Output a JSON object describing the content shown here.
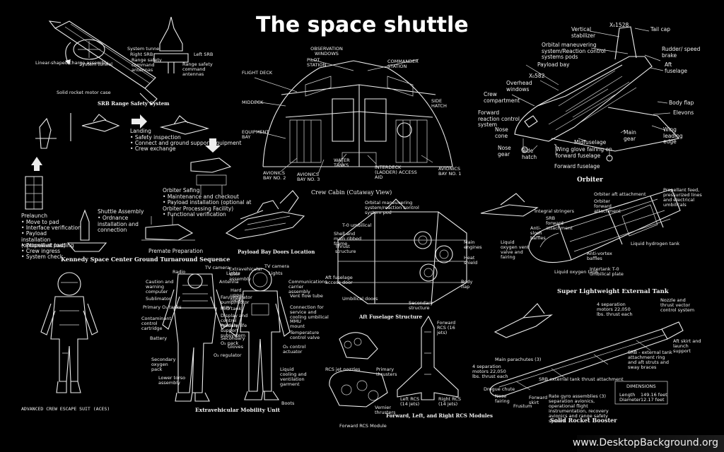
{
  "title": "The space shuttle",
  "watermark": "www.DesktopBackground.org",
  "captions": {
    "srb_range": "SRB Range Safety System",
    "ksc": "Kennedy Space Center Ground Turnaround Sequence",
    "payload_doors": "Payload Bay Doors Location",
    "crew_cabin": "Crew Cabin (Cutaway View)",
    "aft_fuselage": "Aft Fuselage Structure",
    "orbiter": "Orbiter",
    "external_tank": "Super Lightweight External Tank",
    "emu": "Extravehicular Mobility Unit",
    "rcs": "Forward, Left, and Right RCS Modules",
    "srb": "Solid Rocket Booster",
    "aces": "ADVANCED CREW ESCAPE SUIT (ACES)"
  },
  "srb_labels": {
    "shaped_charge": "Linear-shaped charge assembly",
    "system_tunnel": "System tunnel",
    "motor_case": "Solid rocket motor case",
    "system_tunnel_2": "System tunnel",
    "right_srb": "Right SRB",
    "left_srb": "Left SRB",
    "range_safety": "Range safety command antennas",
    "system_tunnel_3": "System tunnel",
    "range_safety_2": "Range safety command antennas"
  },
  "ksc": {
    "landing_title": "Landing",
    "landing_items": [
      "Safety inspection",
      "Connect and ground support equipment",
      "Crew exchange"
    ],
    "safing_title": "Orbiter Safing",
    "safing_items": [
      "Maintenance and checkout",
      "Payload installation (optional at Orbiter Processing Facility)",
      "Functional verification"
    ],
    "assembly_title": "Shuttle Assembly",
    "assembly_items": [
      "Ordnance installation and connection"
    ],
    "prelaunch_title": "Prelaunch",
    "prelaunch_items": [
      "Move to pad",
      "Interface verification",
      "Payload installation (optional at pad)",
      "Propellant loading",
      "Crew ingress",
      "System check"
    ],
    "premate": "Premate Preparation"
  },
  "crew_cabin_labels": {
    "observation": "OBSERVATION WINDOWS",
    "pilot": "PILOT STATION",
    "commander": "COMMANDER STATION",
    "flight_deck": "FLIGHT DECK",
    "middeck": "MIDDECK",
    "side_hatch": "SIDE HATCH",
    "equipment_bay": "EQUIPMENT BAY",
    "water_tanks": "WATER TANKS",
    "interdeck": "INTERDECK (LADDER) ACCESS AID",
    "avionics_2": "AVIONICS BAY NO. 2",
    "avionics_3": "AVIONICS BAY NO. 3",
    "avionics_1": "AVIONICS BAY NO. 1"
  },
  "orbiter_labels": {
    "x1528": "X₀1528",
    "tail_cap": "Tail cap",
    "vertical_stabilizer": "Vertical stabilizer",
    "oms": "Orbital maneuvering system/Reaction control systems pods",
    "rudder": "Rudder/ speed brake",
    "payload_bay": "Payload bay",
    "aft_fuselage": "Aft fuselage",
    "x582": "X₀582",
    "overhead_windows": "Overhead windows",
    "crew_compartment": "Crew compartment",
    "body_flap": "Body flap",
    "forward_rcs": "Forward reaction control system",
    "elevons": "Elevons",
    "nose_cone": "Nose cone",
    "wing_leading": "Wing leading edge",
    "main_gear": "Main gear",
    "midfuselage": "Midfuselage",
    "nose_gear": "Nose gear",
    "side_hatch": "Side hatch",
    "wing_glove": "Wing glove fairing on forward fuselage",
    "forward_fuselage": "Forward fuselage"
  },
  "et_labels": {
    "aft_attach": "Orbiter aft attachment",
    "propellant_feed": "Propellant feed, pressurized lines and electrical umbilicals",
    "integral_stringers": "Integral stringers",
    "srb_forward": "SRB forward attachment",
    "orbiter_forward": "Orbiter forward attachment",
    "anti_slosh": "Anti-slosh baffles",
    "liquid_oxygen_vent": "Liquid oxygen vent valve and fairing",
    "liquid_hydrogen_tank": "Liquid hydrogen tank",
    "anti_vortex": "Anti-vortex baffles",
    "liquid_oxygen_tank": "Liquid oxygen tank",
    "intertank": "Intertank T-0 umbilical plate"
  },
  "srb_booster_labels": {
    "separation_motors_4": "4 separation motors 22,050 lbs. thrust each",
    "nozzle": "Nozzle and thrust vector control system",
    "aft_skirt": "Aft skirt and launch support",
    "srb_external": "SRB - external tank attachment ring and aft struts and sway braces",
    "main_parachutes": "Main parachutes (3)",
    "separation_motors_4b": "4 separation motors 22,050 lbs. thrust each",
    "srb_external_thrust": "SRB external tank thrust attachment",
    "drogue": "Drogue chute",
    "nose_fairing": "Nose fairing",
    "forward_skirt": "Forward skirt",
    "frustum": "Frustum",
    "rate_gyro": "Rate gyro assemblies (3) separation avionics, operational flight instrumentation, recovery avionics and range safety system",
    "dimensions_title": "DIMENSIONS",
    "length_label": "Length",
    "length_value": "149.16 feet",
    "diameter_label": "Diameter",
    "diameter_value": "12.17 feet"
  },
  "emu_labels": {
    "tv_camera": "TV camera",
    "radio": "Radio",
    "lights": "Lights",
    "antenna": "Antenna",
    "caution": "Caution and warning computer",
    "extravehicular": "Extravehicular visor assembly",
    "sublimator": "Sublimator",
    "hard_upper": "Hard upper torso",
    "primary_o2": "Primary O₂ tanks",
    "fan_separator": "Fan/separator pump/motor assy",
    "h2o_tank": "H₂O tank",
    "display": "Display and control module",
    "primary_life": "Primary life support subsystem",
    "secondary_o2": "Secondary O₂ pack",
    "contaminant": "Contaminant control cartridge",
    "battery": "Battery",
    "o2_regulator": "O₂ regulator",
    "secondary_oxygen": "Secondary oxygen pack",
    "lower_torso": "Lower torso assembly",
    "tv_camera_2": "TV camera",
    "lights_2": "Lights",
    "comm_cap": "Communications carrier assembly",
    "vent_flow": "Vent flow tube",
    "connection": "Connection for service and cooling umbilical",
    "mmu": "MMU mount",
    "temperature": "Temperature control valve",
    "o2_control": "O₂ control actuator",
    "gloves": "Gloves",
    "liquid_cooling": "Liquid cooling and ventilation garment",
    "boots": "Boots"
  },
  "aft_labels": {
    "oms_pod": "Orbital maneuvering system/reaction control system pod",
    "t0_umbilical": "T-0 umbilical",
    "shell": "Shell and main ribbed frame",
    "thrust_structure": "Thrust structure",
    "main_engines": "Main engines",
    "heat_shield": "Heat shield",
    "body_flap": "Body flap",
    "aft_fuselage_door": "Aft fuselage access door",
    "umbilical_doors": "Umbilical doors",
    "secondary": "Secondary structure"
  },
  "rcs_labels": {
    "forward_rcs": "Forward RCS (16 jets)",
    "left_rcs": "Left RCS (14 jets)",
    "right_rcs": "Right RCS (14 jets)",
    "rcs_jet": "RCS jet nozzles",
    "forward_module": "Forward RCS Module",
    "primary": "Primary thrusters",
    "vernier": "Vernier thrusters"
  }
}
